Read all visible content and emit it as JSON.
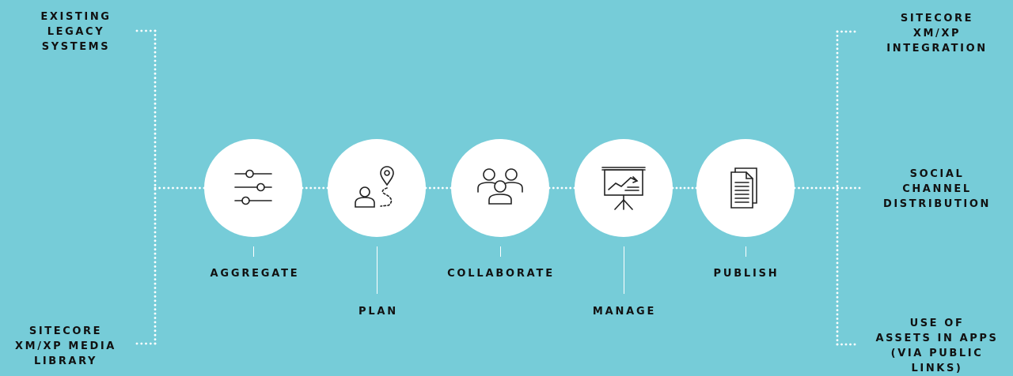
{
  "colors": {
    "background": "#76ccd8",
    "circle": "#ffffff",
    "text": "#111111",
    "dots": "#ffffff"
  },
  "sources": {
    "legacy": {
      "text": "EXISTING\nLEGACY\nSYSTEMS"
    },
    "media_library": {
      "text": "SITECORE\nXM/XP MEDIA\nLIBRARY"
    }
  },
  "outputs": {
    "integration": {
      "text": "SITECORE\nXM/XP\nINTEGRATION"
    },
    "social": {
      "text": "SOCIAL\nCHANNEL\nDISTRIBUTION"
    },
    "apps": {
      "text": "USE OF\nASSETS IN APPS\n(VIA PUBLIC\nLINKS)"
    }
  },
  "steps": [
    {
      "label": "AGGREGATE",
      "icon": "sliders-icon"
    },
    {
      "label": "PLAN",
      "icon": "route-person-icon"
    },
    {
      "label": "COLLABORATE",
      "icon": "team-icon"
    },
    {
      "label": "MANAGE",
      "icon": "presentation-chart-icon"
    },
    {
      "label": "PUBLISH",
      "icon": "document-icon"
    }
  ]
}
